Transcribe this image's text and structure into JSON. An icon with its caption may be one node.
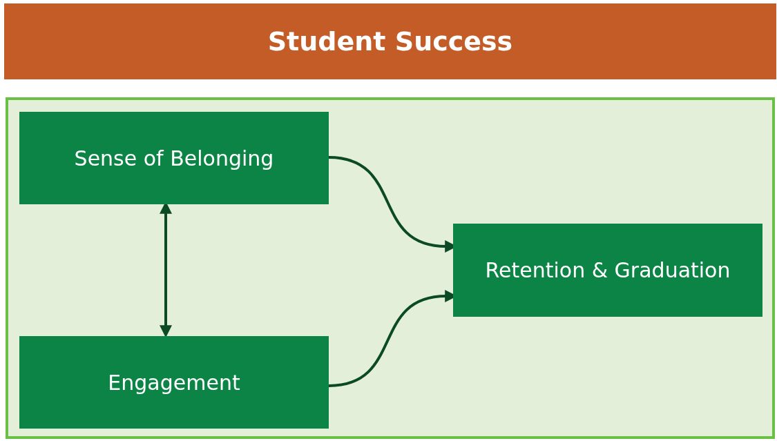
{
  "diagram": {
    "nodes": [
      {
        "text": [
          "Student Success"
        ]
      },
      {
        "text": [],
        "shape": "box"
      },
      {
        "text": [
          "Sense of Belonging"
        ],
        "in": 1
      },
      {
        "text": [
          "Engagement"
        ],
        "in": 1
      },
      {
        "text": [
          "Retention & Graduation"
        ],
        "in": 1
      }
    ],
    "edges": [
      {
        "from": 2,
        "to": 3,
        "arrow": "both"
      },
      {
        "from": 2,
        "to": 4,
        "arrow": "to"
      },
      {
        "from": 3,
        "to": 4,
        "arrow": "to"
      }
    ]
  }
}
